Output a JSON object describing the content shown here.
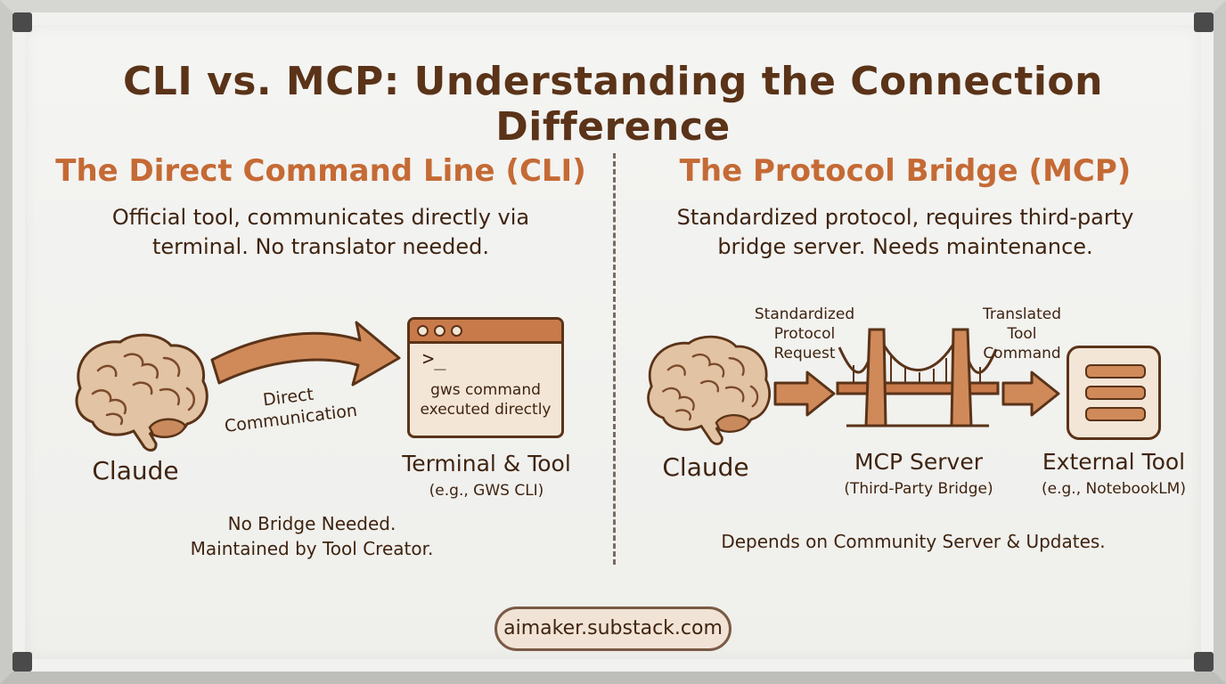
{
  "title": "CLI vs. MCP: Understanding the Connection Difference",
  "left": {
    "heading": "The Direct Command Line (CLI)",
    "description_line1": "Official tool, communicates directly via",
    "description_line2": "terminal. No translator needed.",
    "brain_label": "Claude",
    "arrow_label_line1": "Direct",
    "arrow_label_line2": "Communication",
    "terminal_prompt": ">_",
    "terminal_text_line1": "gws command",
    "terminal_text_line2": "executed directly",
    "terminal_label": "Terminal & Tool",
    "terminal_sublabel": "(e.g., GWS CLI)",
    "note_line1": "No Bridge Needed.",
    "note_line2": "Maintained by Tool Creator."
  },
  "right": {
    "heading": "The Protocol Bridge (MCP)",
    "description_line1": "Standardized protocol, requires third-party",
    "description_line2": "bridge server. Needs maintenance.",
    "brain_label": "Claude",
    "request_label_line1": "Standardized",
    "request_label_line2": "Protocol",
    "request_label_line3": "Request",
    "translated_label_line1": "Translated",
    "translated_label_line2": "Tool",
    "translated_label_line3": "Command",
    "server_label": "MCP Server",
    "server_sublabel": "(Third-Party Bridge)",
    "tool_label": "External Tool",
    "tool_sublabel": "(e.g., NotebookLM)",
    "note": "Depends on Community Server & Updates."
  },
  "footer": "aimaker.substack.com",
  "colors": {
    "title": "#5a3318",
    "heading": "#c56a35",
    "text": "#3f2410",
    "accent": "#d08a5a",
    "brain": "#e0bfa0"
  }
}
